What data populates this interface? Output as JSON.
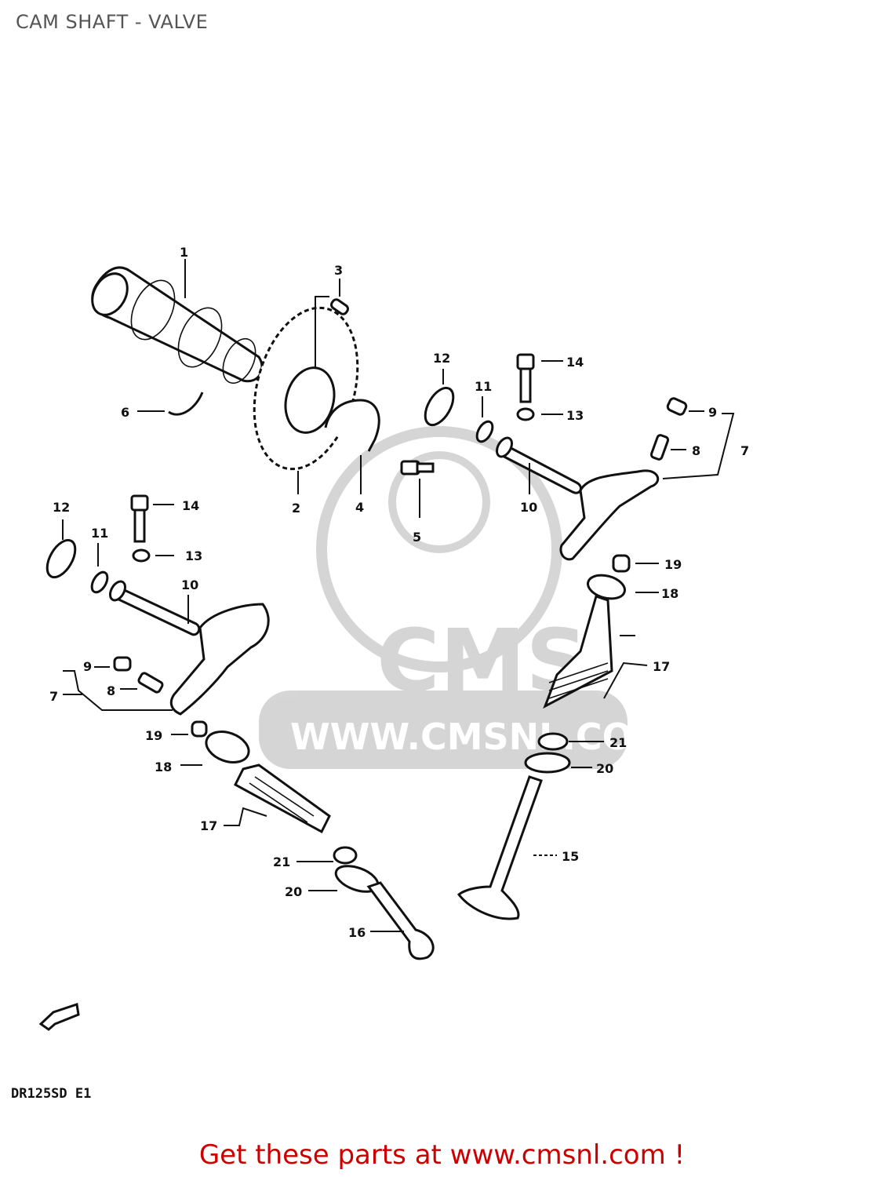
{
  "title": "CAM SHAFT - VALVE",
  "model_code": "DR125SD E1",
  "footer": {
    "link_text": "Get these parts at www.cmsnl.com !"
  },
  "watermark": {
    "brand": "CMS",
    "url": "WWW.CMSNL.COM"
  },
  "callouts": {
    "c1": "1",
    "c2": "2",
    "c3": "3",
    "c4": "4",
    "c5": "5",
    "c6": "6",
    "c7a": "7",
    "c7b": "7",
    "c8a": "8",
    "c8b": "8",
    "c9a": "9",
    "c9b": "9",
    "c10a": "10",
    "c10b": "10",
    "c11a": "11",
    "c11b": "11",
    "c12a": "12",
    "c12b": "12",
    "c13a": "13",
    "c13b": "13",
    "c14a": "14",
    "c14b": "14",
    "c15": "15",
    "c16": "16",
    "c17a": "17",
    "c17b": "17",
    "c18a": "18",
    "c18b": "18",
    "c19a": "19",
    "c19b": "19",
    "c20a": "20",
    "c20b": "20",
    "c21a": "21",
    "c21b": "21"
  },
  "colors": {
    "footer_link": "#cc0000",
    "title": "#555555",
    "lines": "#111111"
  }
}
